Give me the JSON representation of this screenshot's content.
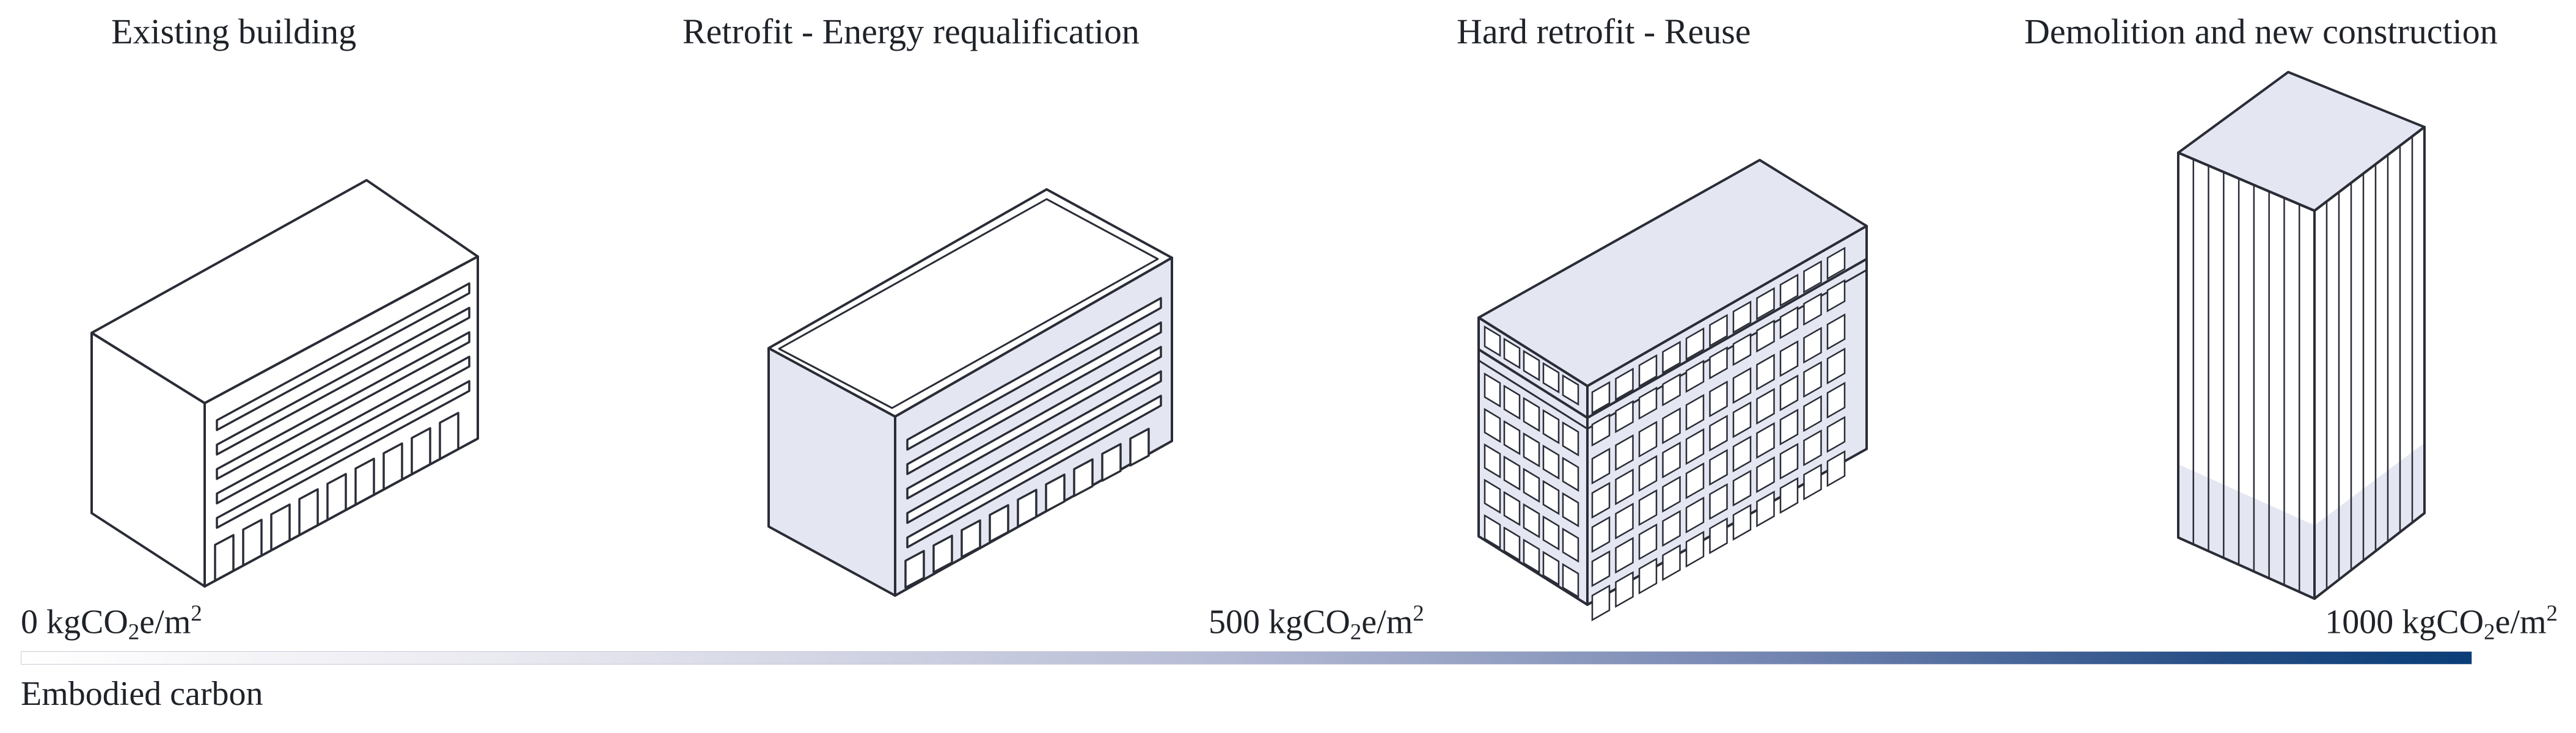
{
  "scenarios": [
    {
      "title": "Existing building"
    },
    {
      "title": "Retrofit - Energy requalification"
    },
    {
      "title": "Hard retrofit - Reuse"
    },
    {
      "title": "Demolition and new construction"
    }
  ],
  "scale": {
    "min_value": "0",
    "mid_value": "500",
    "max_value": "1000",
    "unit_a": "kgCO",
    "unit_sub": "2",
    "unit_b": "e/m",
    "unit_sup": "2",
    "label": "Embodied carbon",
    "gradient_start": "#ffffff",
    "gradient_end": "#0a3e78"
  },
  "colors": {
    "outline": "#2a2d36",
    "fill_tint": "#e4e6f2",
    "text": "#1f2329"
  }
}
